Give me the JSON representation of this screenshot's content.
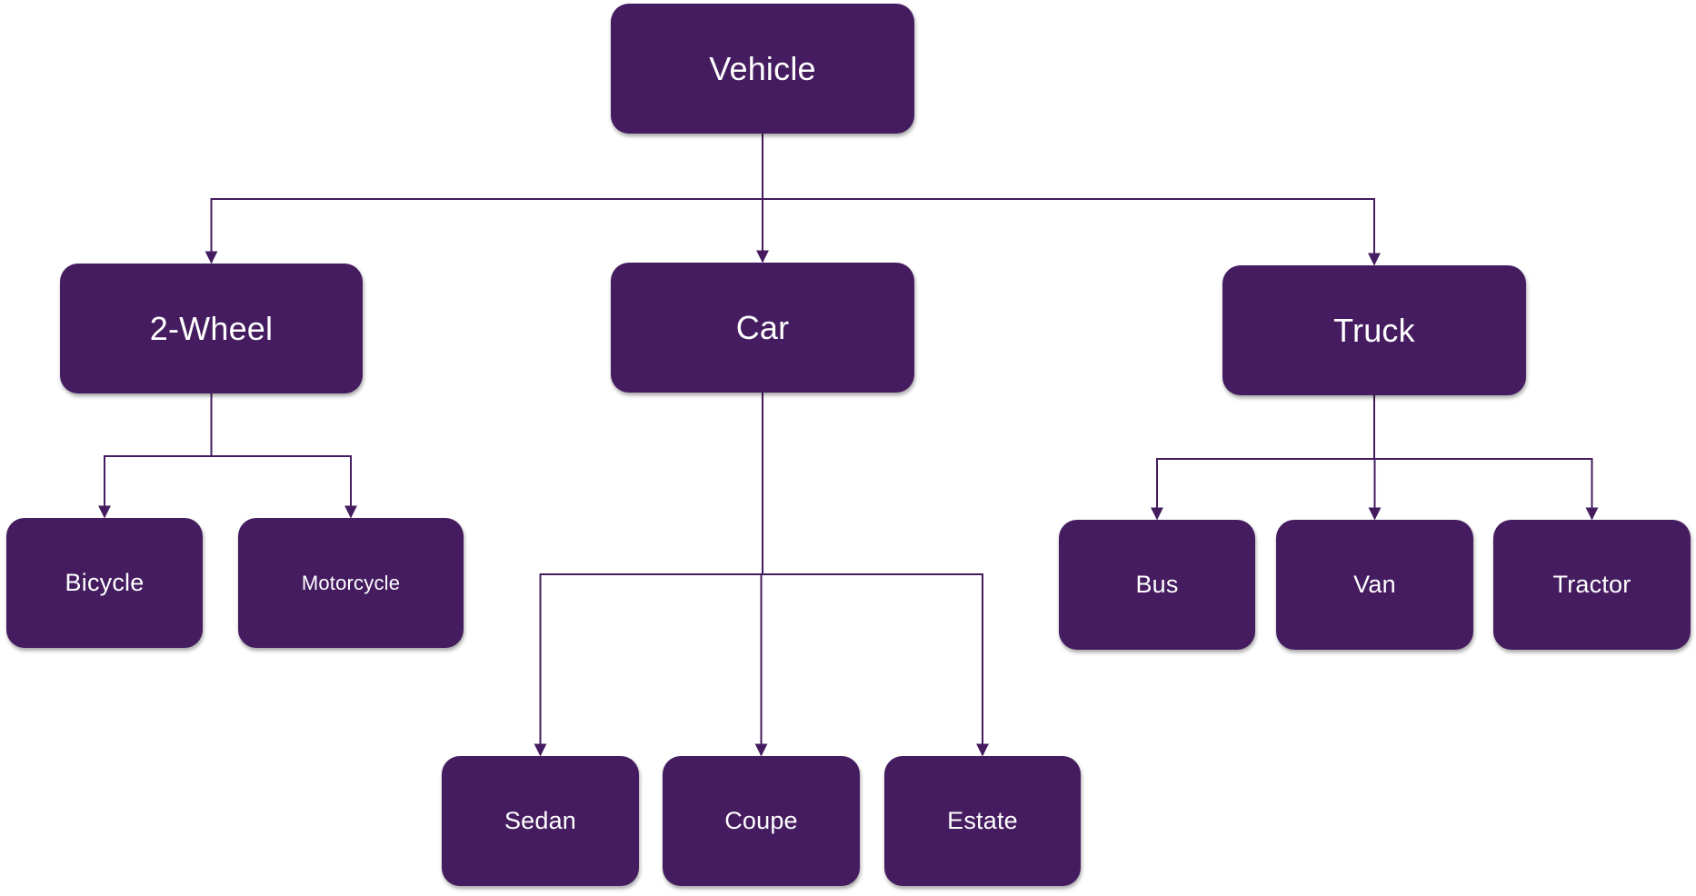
{
  "colors": {
    "node_fill": "#441c5f",
    "node_text": "#ffffff",
    "connector": "#441c5f",
    "background": "#ffffff"
  },
  "nodes": {
    "vehicle": "Vehicle",
    "two_wheel": "2-Wheel",
    "car": "Car",
    "truck": "Truck",
    "bicycle": "Bicycle",
    "motorcycle": "Motorcycle",
    "sedan": "Sedan",
    "coupe": "Coupe",
    "estate": "Estate",
    "bus": "Bus",
    "van": "Van",
    "tractor": "Tractor"
  },
  "edges": [
    [
      "vehicle",
      "two_wheel"
    ],
    [
      "vehicle",
      "car"
    ],
    [
      "vehicle",
      "truck"
    ],
    [
      "two_wheel",
      "bicycle"
    ],
    [
      "two_wheel",
      "motorcycle"
    ],
    [
      "car",
      "sedan"
    ],
    [
      "car",
      "coupe"
    ],
    [
      "car",
      "estate"
    ],
    [
      "truck",
      "bus"
    ],
    [
      "truck",
      "van"
    ],
    [
      "truck",
      "tractor"
    ]
  ]
}
